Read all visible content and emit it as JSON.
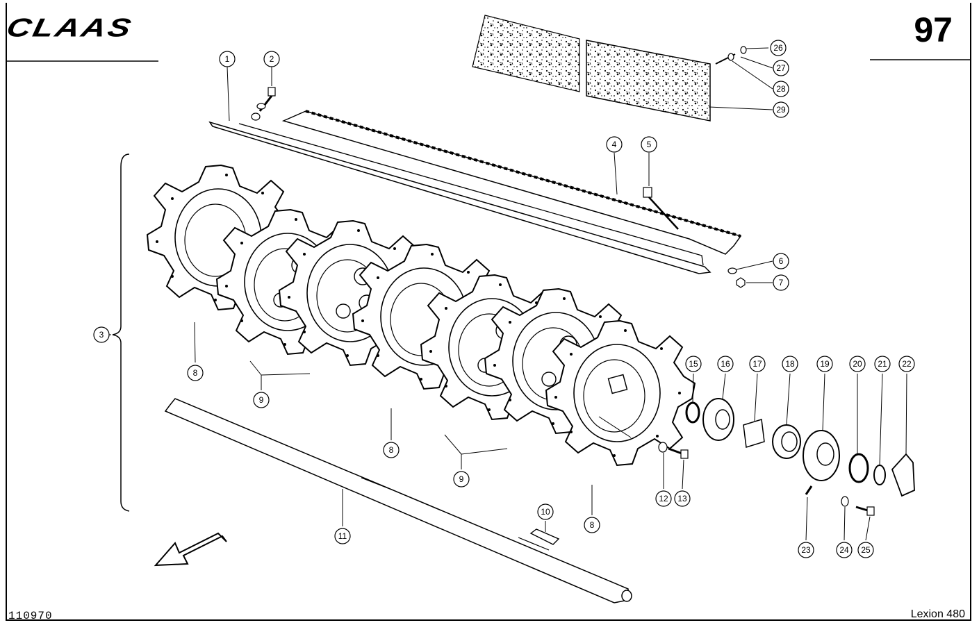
{
  "header": {
    "brand": "CLAAS",
    "page_number": "97"
  },
  "footer": {
    "drawing_number": "110970",
    "model": "Lexion 480"
  },
  "callouts": {
    "c1": "1",
    "c2": "2",
    "c3": "3",
    "c4": "4",
    "c5": "5",
    "c6": "6",
    "c7": "7",
    "c8": "8",
    "c9": "9",
    "c10": "10",
    "c11": "11",
    "c12": "12",
    "c13": "13",
    "c15": "15",
    "c16": "16",
    "c17": "17",
    "c18": "18",
    "c19": "19",
    "c20": "20",
    "c21": "21",
    "c22": "22",
    "c23": "23",
    "c24": "24",
    "c25": "25",
    "c26": "26",
    "c27": "27",
    "c28": "28",
    "c29": "29"
  },
  "icons": {
    "direction": "arrow-down-left-icon"
  }
}
